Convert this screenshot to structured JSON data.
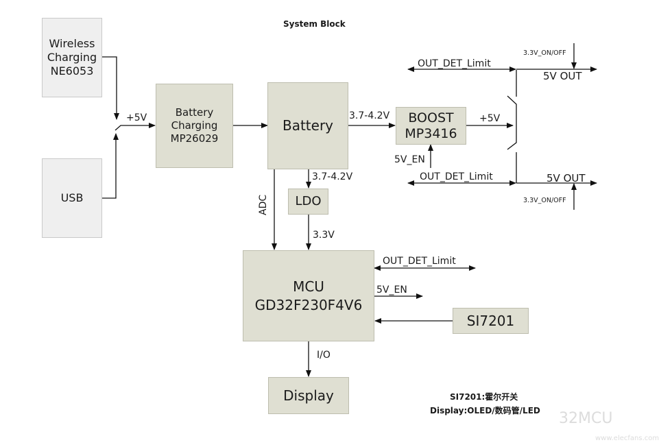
{
  "title": "System Block",
  "blocks": {
    "wireless": {
      "line1": "Wireless",
      "line2": "Charging",
      "line3": "NE6053"
    },
    "usb": {
      "label": "USB"
    },
    "charger": {
      "line1": "Battery",
      "line2": "Charging",
      "line3": "MP26029"
    },
    "battery": {
      "label": "Battery"
    },
    "boost": {
      "line1": "BOOST",
      "line2": "MP3416"
    },
    "ldo": {
      "label": "LDO"
    },
    "mcu": {
      "line1": "MCU",
      "line2": "GD32F230F4V6"
    },
    "si7201": {
      "label": "SI7201"
    },
    "display": {
      "label": "Display"
    }
  },
  "signals": {
    "plus5v_in": "+5V",
    "bat_to_boost": "3.7-4.2V",
    "boost_out": "+5V",
    "boost_en": "5V_EN",
    "bat_to_ldo": "3.7-4.2V",
    "adc": "ADC",
    "ldo_out": "3.3V",
    "out_det_top": "OUT_DET_Limit",
    "out_det_bottom": "OUT_DET_Limit",
    "out_top": "5V OUT",
    "out_bottom": "5V OUT",
    "onoff_top": "3.3V_ON/OFF",
    "onoff_bottom": "3.3V_ON/OFF",
    "mcu_out_det": "OUT_DET_Limit",
    "mcu_5v_en": "5V_EN",
    "io": "I/O"
  },
  "notes": {
    "line1": "SI7201:霍尔开关",
    "line2": "Display:OLED/数码管/LED"
  },
  "watermark": {
    "brand": "32MCU",
    "url": "www.elecfans.com"
  }
}
